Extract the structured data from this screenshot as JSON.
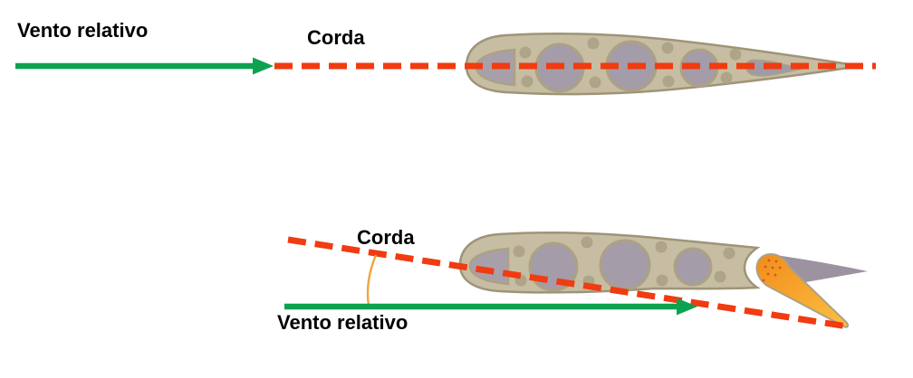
{
  "figures": {
    "top": {
      "wind_label": "Vento relativo",
      "chord_label": "Corda"
    },
    "bottom": {
      "chord_label": "Corda",
      "wind_label": "Vento relativo"
    }
  },
  "colors": {
    "background": "#FFFFFF",
    "label_text": "#000000",
    "wind_arrow_green": "#0CA24F",
    "chord_line_red": "#F13B10",
    "angle_arc_gold": "#F0A843",
    "airfoil_body_tan": "#C7BDA3",
    "airfoil_outline": "#9E9478",
    "lightening_hole": "#A49CA8",
    "hole_ring": "#ACA183",
    "rivet_dot": "#AEA487",
    "nose_panel": "#A7A0AB",
    "neutral_surface_gray": "#9C92A0",
    "deflected_surface_orange_dark": "#EF8D1A",
    "deflected_surface_orange_light": "#FBC145"
  }
}
